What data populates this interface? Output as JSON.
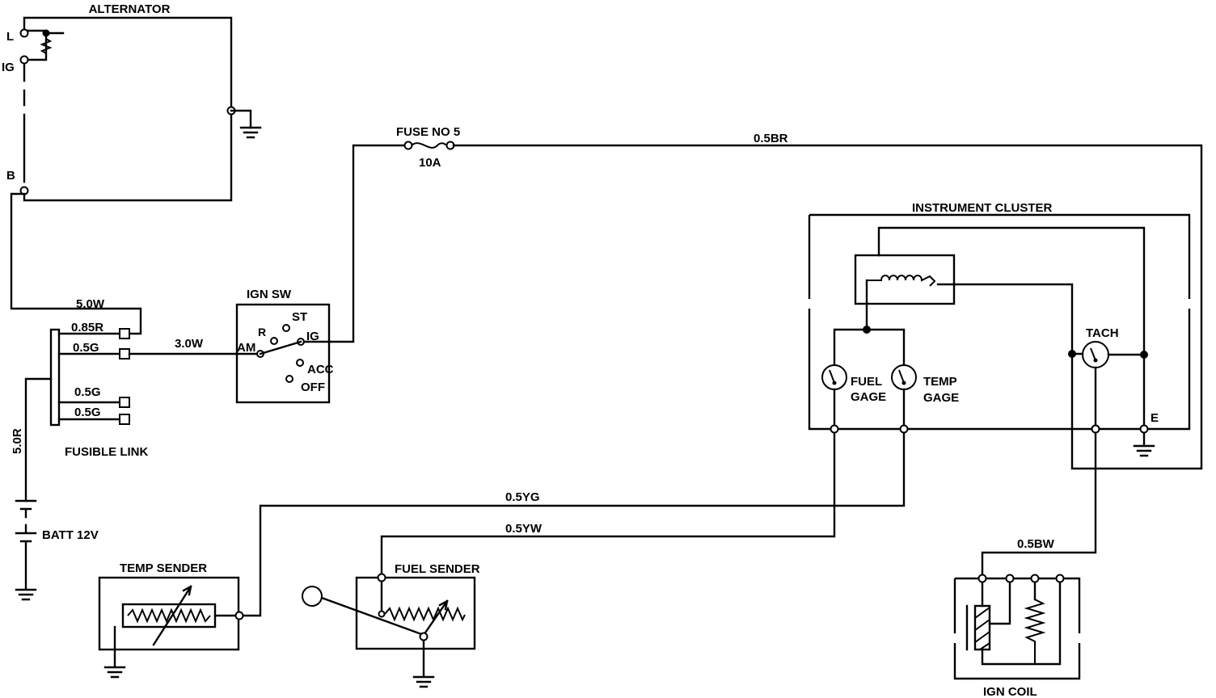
{
  "components": {
    "alternator": "ALTERNATOR",
    "alt_terminal_l": "L",
    "alt_terminal_ig": "IG",
    "alt_terminal_b": "B",
    "fuse": "FUSE NO 5",
    "fuse_rating": "10A",
    "ign_sw": "IGN SW",
    "sw_am": "AM",
    "sw_r": "R",
    "sw_st": "ST",
    "sw_ig": "IG",
    "sw_acc": "ACC",
    "sw_off": "OFF",
    "fusible_link": "FUSIBLE LINK",
    "battery": "BATT 12V",
    "instrument_cluster": "INSTRUMENT CLUSTER",
    "tach": "TACH",
    "fuel_gage": [
      "FUEL",
      "GAGE"
    ],
    "temp_gage": [
      "TEMP",
      "GAGE"
    ],
    "ground_e": "E",
    "temp_sender": "TEMP SENDER",
    "fuel_sender": "FUEL SENDER",
    "ign_coil": "IGN COIL"
  },
  "wires": {
    "w_5_0w": "5.0W",
    "w_0_85r": "0.85R",
    "w_0_5g_1": "0.5G",
    "w_0_5g_2": "0.5G",
    "w_0_5g_3": "0.5G",
    "w_3_0w": "3.0W",
    "w_5_0r": "5.0R",
    "w_0_5br": "0.5BR",
    "w_0_5yg": "0.5YG",
    "w_0_5yw": "0.5YW",
    "w_0_5bw": "0.5BW"
  }
}
